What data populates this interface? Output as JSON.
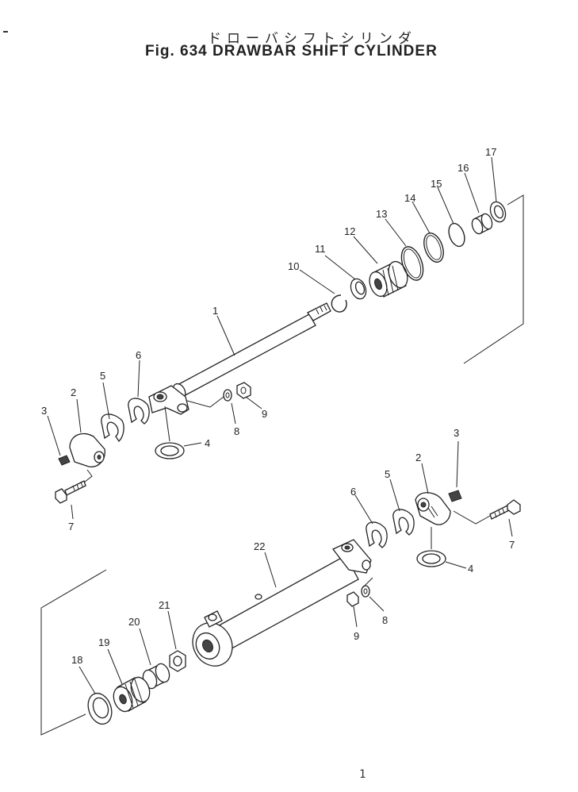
{
  "title": {
    "japanese": "ドローバシフトシリンダ",
    "english": "Fig. 634 DRAWBAR SHIFT CYLINDER"
  },
  "page_mark": "1",
  "callouts": {
    "upper": [
      "1",
      "2",
      "3",
      "4",
      "5",
      "6",
      "7",
      "8",
      "9",
      "10",
      "11",
      "12",
      "13",
      "14",
      "15",
      "16",
      "17"
    ],
    "lower": [
      "2",
      "3",
      "4",
      "5",
      "6",
      "7",
      "8",
      "9",
      "18",
      "19",
      "20",
      "21",
      "22"
    ]
  }
}
